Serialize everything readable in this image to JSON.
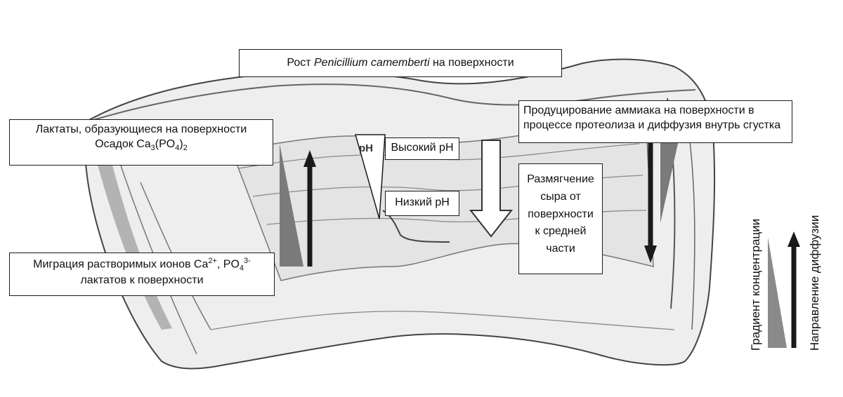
{
  "title_box": {
    "prefix": "Рост ",
    "species": "Penicillium camemberti",
    "suffix": " на поверхности"
  },
  "lactates_box": {
    "line1": "Лактаты, образующиеся на поверхности",
    "line2_prefix": "Осадок Ca",
    "sub1": "3",
    "mid": "(PO",
    "sub2": "4",
    "end": ")",
    "sub3": "2"
  },
  "migration_box": {
    "line1_prefix": "Миграция растворимых ионов  Ca",
    "sup1": "2+",
    "mid": ", PO",
    "sub1": "4",
    "sup2": "3-",
    "line2": "лактатов к поверхности"
  },
  "ph_marker": "pH",
  "high_ph": "Высокий pH",
  "low_ph": "Низкий pH",
  "softening": {
    "l1": "Размягчение",
    "l2": "сыра от",
    "l3": "поверхности",
    "l4": "к средней",
    "l5": "части"
  },
  "ammonia": {
    "line1": "Продуцирование аммиака на поверхности в",
    "line2": "процессе протеолиза и диффузия внутрь сгустка"
  },
  "legend": {
    "gradient": "Градиент концентрации",
    "diffusion": "Направление диффузии"
  },
  "colors": {
    "gradient_gray": "#7a7a7a",
    "arrow_dark": "#1a1a1a",
    "cheese_line": "#555555",
    "rind_shade": "#9a9a9a"
  }
}
